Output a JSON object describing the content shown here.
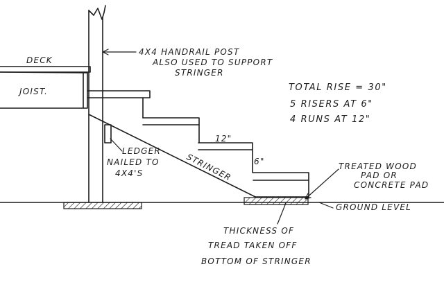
{
  "labels": {
    "deck": "DECK",
    "joist": "JOIST.",
    "post_line1": "4X4 HANDRAIL POST",
    "post_line2": "ALSO USED TO SUPPORT",
    "post_line3": "STRINGER",
    "total_rise": "TOTAL RISE = 30\"",
    "risers": "5 RISERS AT 6\"",
    "runs": "4 RUNS AT 12\"",
    "run_dim": "12\"",
    "rise_dim": "6\"",
    "stringer": "STRINGER",
    "ledger_line1": "LEDGER",
    "ledger_line2": "NAILED TO",
    "ledger_line3": "4X4'S",
    "pad_line1": "TREATED WOOD",
    "pad_line2": "PAD OR",
    "pad_line3": "CONCRETE PAD",
    "ground": "GROUND LEVEL",
    "note_line1": "THICKNESS OF",
    "note_line2": "TREAD TAKEN OFF",
    "note_line3": "BOTTOM OF STRINGER"
  },
  "colors": {
    "ink": "#1c1c1c",
    "paper": "#ffffff"
  }
}
